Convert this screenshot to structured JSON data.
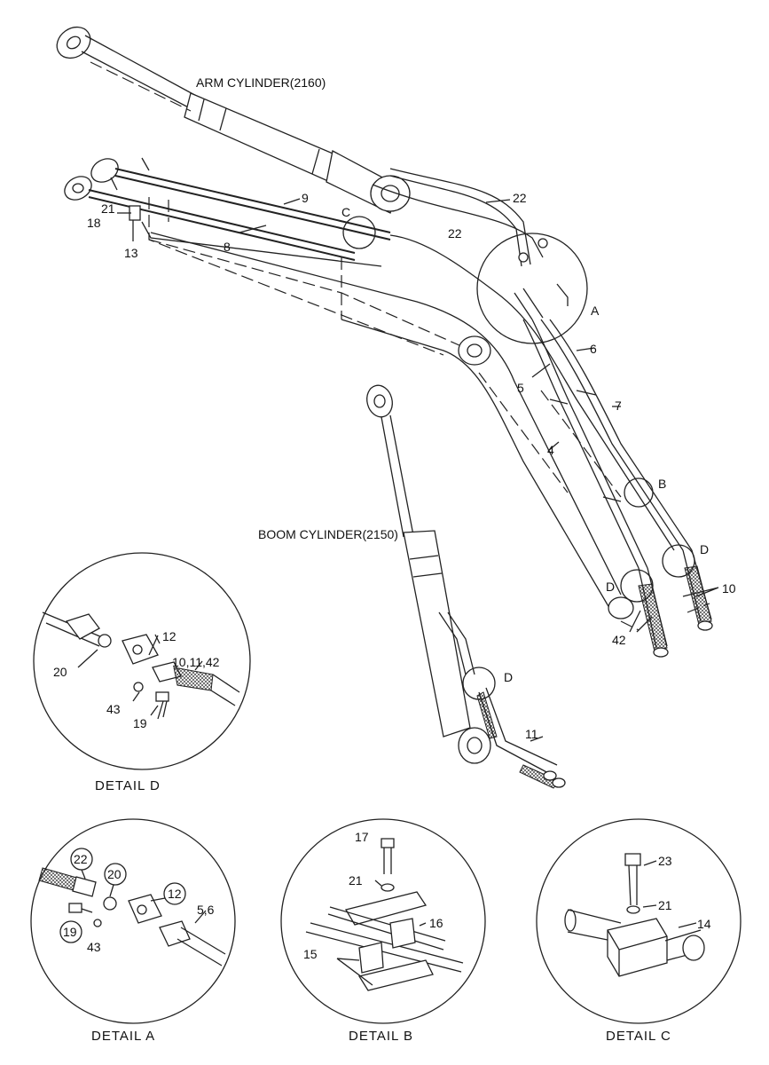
{
  "assembly": {
    "arm_cylinder": "ARM CYLINDER(2160)",
    "boom_cylinder": "BOOM CYLINDER(2150)"
  },
  "callouts": {
    "c22a": "22",
    "c22b": "22",
    "c9": "9",
    "c8": "8",
    "c21": "21",
    "c18": "18",
    "c13": "13",
    "cC": "C",
    "cA": "A",
    "c6": "6",
    "c5": "5",
    "c7": "7",
    "c4": "4",
    "cB": "B",
    "cD1": "D",
    "cD2": "D",
    "cD3": "D",
    "c10": "10",
    "c42": "42",
    "c11": "11"
  },
  "details": {
    "detail_d": {
      "title": "DETAIL  D",
      "labels": {
        "p12": "12",
        "p10": "10,11,42",
        "p20": "20",
        "p43": "43",
        "p19": "19"
      }
    },
    "detail_a": {
      "title": "DETAIL  A",
      "labels": {
        "p22": "22",
        "p20": "20",
        "p12": "12",
        "p56": "5,6",
        "p19": "19",
        "p43": "43"
      }
    },
    "detail_b": {
      "title": "DETAIL  B",
      "labels": {
        "p17": "17",
        "p21": "21",
        "p16": "16",
        "p15": "15"
      }
    },
    "detail_c": {
      "title": "DETAIL  C",
      "labels": {
        "p23": "23",
        "p21": "21",
        "p14": "14"
      }
    }
  }
}
